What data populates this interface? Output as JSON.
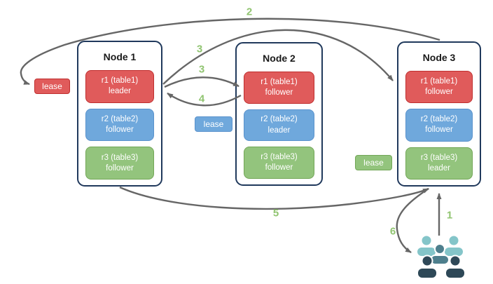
{
  "nodes": [
    {
      "title": "Node 1",
      "replicas": [
        {
          "name": "r1 (table1)",
          "role": "leader",
          "color": "red"
        },
        {
          "name": "r2 (table2)",
          "role": "follower",
          "color": "blue"
        },
        {
          "name": "r3 (table3)",
          "role": "follower",
          "color": "green"
        }
      ]
    },
    {
      "title": "Node 2",
      "replicas": [
        {
          "name": "r1 (table1)",
          "role": "follower",
          "color": "red"
        },
        {
          "name": "r2 (table2)",
          "role": "leader",
          "color": "blue"
        },
        {
          "name": "r3 (table3)",
          "role": "follower",
          "color": "green"
        }
      ]
    },
    {
      "title": "Node 3",
      "replicas": [
        {
          "name": "r1 (table1)",
          "role": "follower",
          "color": "red"
        },
        {
          "name": "r2 (table2)",
          "role": "follower",
          "color": "blue"
        },
        {
          "name": "r3 (table3)",
          "role": "leader",
          "color": "green"
        }
      ]
    }
  ],
  "leases": [
    {
      "label": "lease",
      "color": "#e05b5b"
    },
    {
      "label": "lease",
      "color": "#6fa8dc"
    },
    {
      "label": "lease",
      "color": "#93c47d"
    }
  ],
  "steps": {
    "s1": "1",
    "s2": "2",
    "s3a": "3",
    "s3b": "3",
    "s4": "4",
    "s5": "5",
    "s6": "6"
  },
  "icons": {
    "users": "users-group-icon"
  },
  "colors": {
    "arrow": "#666666",
    "step_number": "#90c470",
    "node_border": "#20395c",
    "red_fill": "#e05b5b",
    "red_border": "#bf2e2e",
    "blue_fill": "#6fa8dc",
    "blue_border": "#5a92cc",
    "green_fill": "#93c47d",
    "green_border": "#72a657",
    "users_light": "#84c5c9",
    "users_mid": "#4e7f8d",
    "users_dark": "#2e4857"
  }
}
